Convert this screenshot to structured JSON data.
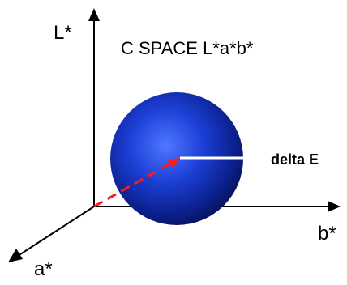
{
  "title": "C SPACE L*a*b*",
  "axes": {
    "l_label": "L*",
    "a_label": "a*",
    "b_label": "b*"
  },
  "delta_label": "delta E",
  "colors": {
    "axis": "#000000",
    "sphere_light": "#4f78ff",
    "sphere_mid": "#1c3fd6",
    "sphere_dark": "#0b1f8a",
    "sphere_edge": "#071560",
    "dashed_vector": "#ff1a1a",
    "delta_arrow": "#ffffff",
    "background": "#ffffff"
  }
}
